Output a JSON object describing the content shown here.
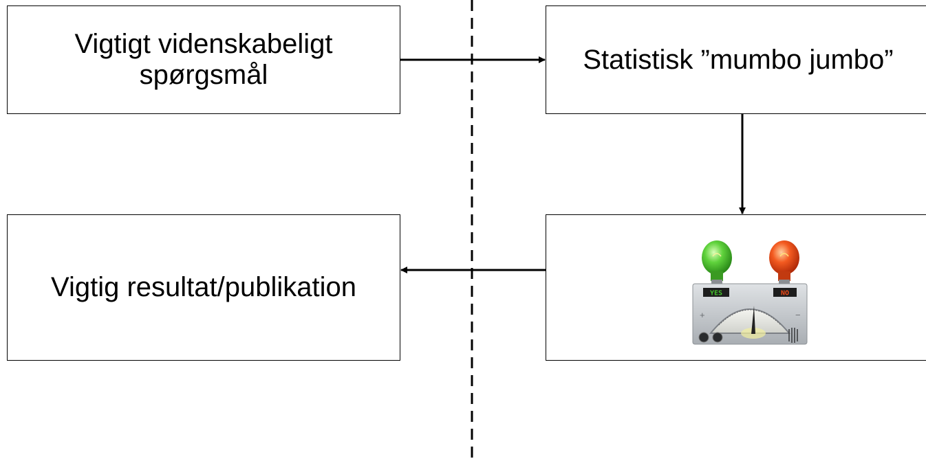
{
  "nodes": {
    "question": {
      "line1": "Vigtigt videnskabeligt",
      "line2": "spørgsmål"
    },
    "statistics": {
      "label": "Statistisk ”mumbo jumbo”"
    },
    "result": {
      "label": "Vigtig resultat/publikation"
    },
    "meter": {
      "yes_label": "YES",
      "no_label": "NO",
      "plus_sign": "+",
      "minus_sign": "−"
    }
  },
  "edges": [
    {
      "from": "question",
      "to": "statistics"
    },
    {
      "from": "statistics",
      "to": "meter"
    },
    {
      "from": "meter",
      "to": "result"
    }
  ],
  "colors": {
    "line": "#000000",
    "yes_bulb": "#44c02c",
    "no_bulb": "#f04a18",
    "meter_panel": "#c4c8cc"
  }
}
